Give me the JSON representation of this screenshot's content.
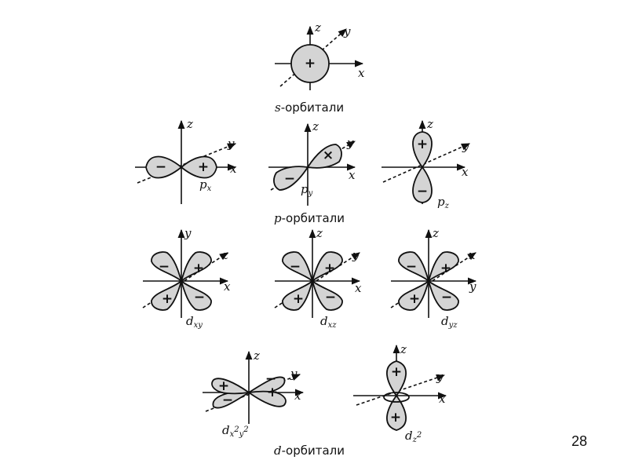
{
  "axes": {
    "x": "x",
    "y": "y",
    "z": "z"
  },
  "signs": {
    "plus": "+",
    "minus": "−",
    "cross": "×"
  },
  "orbitals": {
    "s": {
      "label": ""
    },
    "px": {
      "letter": "p",
      "sub": "x"
    },
    "py": {
      "letter": "p",
      "sub": "y"
    },
    "pz": {
      "letter": "p",
      "sub": "z"
    },
    "dxy": {
      "letter": "d",
      "sub": "xy"
    },
    "dxz": {
      "letter": "d",
      "sub": "xz"
    },
    "dyz": {
      "letter": "d",
      "sub": "yz"
    },
    "dx2y2": {
      "letter": "d",
      "sub1": "x",
      "sup1": "2",
      "sub2": "y",
      "sup2": "2"
    },
    "dz2": {
      "letter": "d",
      "sub": "z",
      "sup": "2"
    }
  },
  "captions": {
    "s": {
      "letter": "s",
      "text": "-орбитали"
    },
    "p": {
      "letter": "p",
      "text": "-орбитали"
    },
    "d": {
      "letter": "d",
      "text": "-орбитали"
    }
  },
  "page_number": "28"
}
